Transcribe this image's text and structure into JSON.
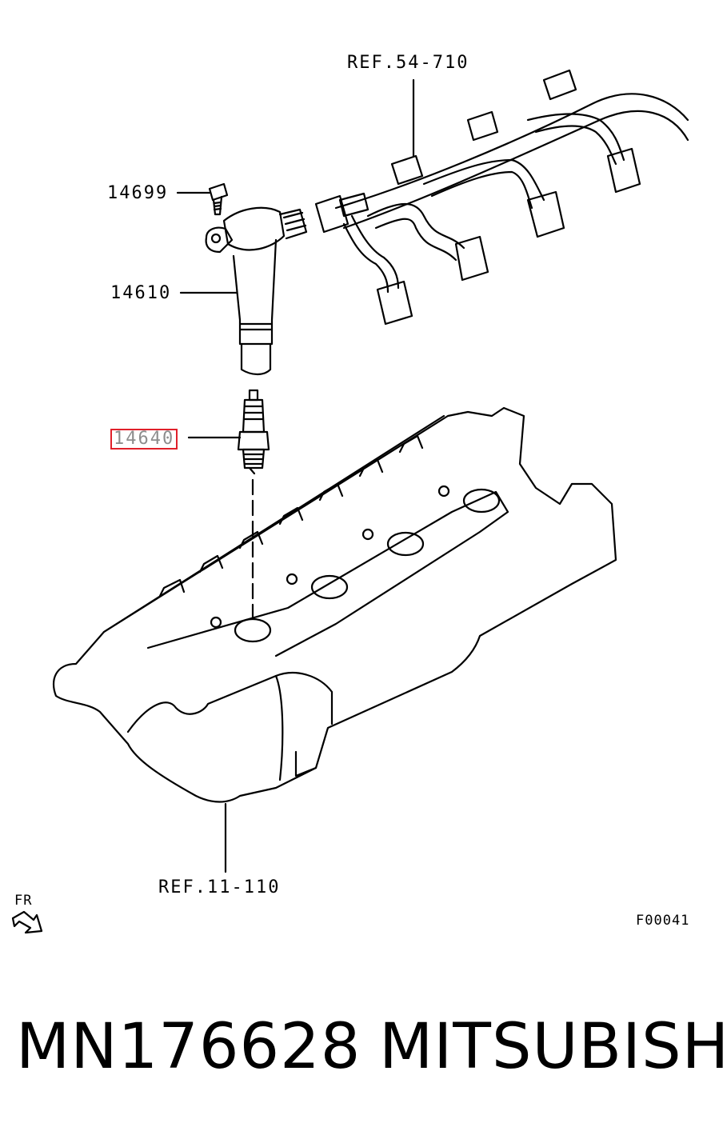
{
  "callouts": {
    "ref_harness": "REF.54-710",
    "bolt": "14699",
    "coil": "14610",
    "spark_plug": "14640",
    "ref_cover": "REF.11-110",
    "front": "FR",
    "figure_code": "F00041"
  },
  "highlight_color": "#e0202a",
  "footer": {
    "part_number": "MN176628",
    "brand": "MITSUBISHI"
  }
}
